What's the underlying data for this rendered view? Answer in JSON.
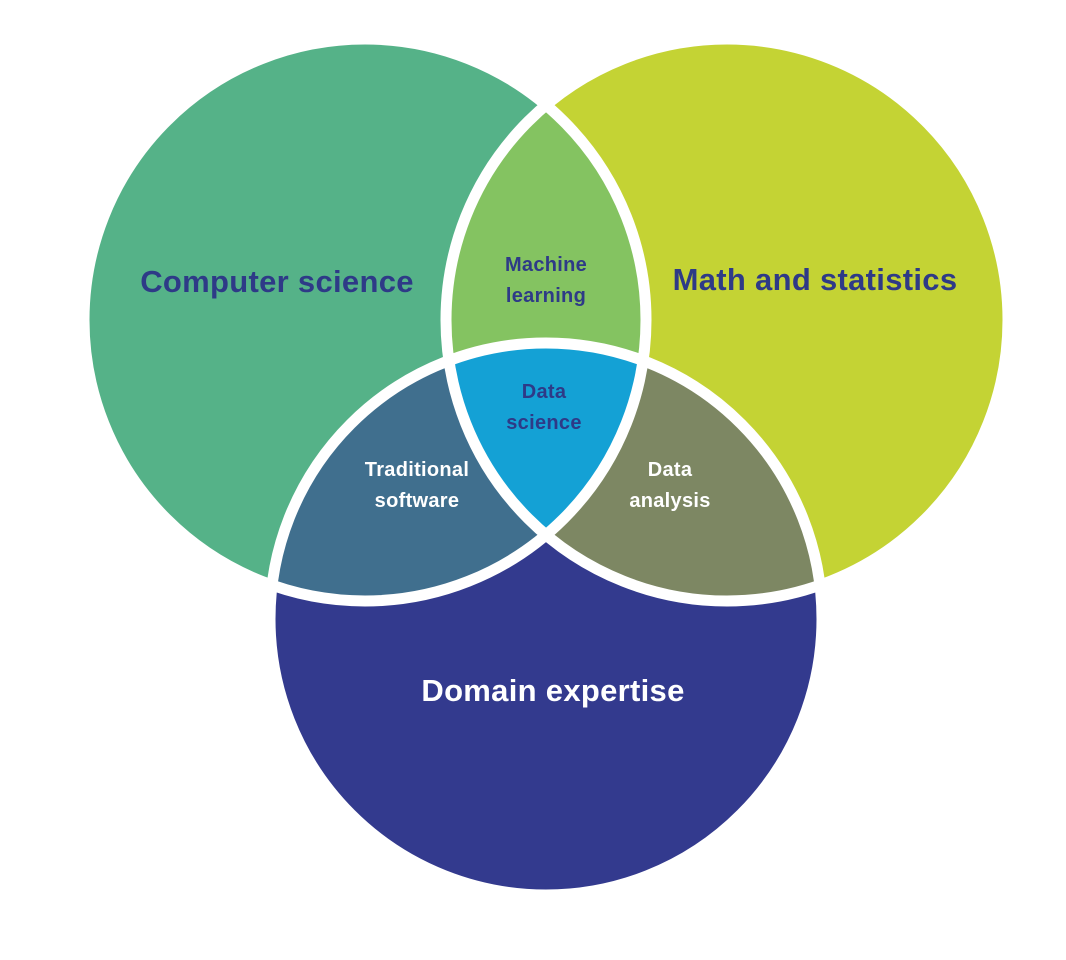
{
  "diagram": {
    "type": "venn",
    "background": "#ffffff",
    "separator_color": "#ffffff",
    "sets": [
      {
        "id": "computer-science",
        "label": "Computer science",
        "color": "#55b288",
        "text_color": "#2e3a87"
      },
      {
        "id": "math-statistics",
        "label": "Math and statistics",
        "color": "#c4d334",
        "text_color": "#2e3a87"
      },
      {
        "id": "domain-expertise",
        "label": "Domain expertise",
        "color": "#333a8e",
        "text_color": "#ffffff"
      }
    ],
    "overlaps": [
      {
        "id": "machine-learning",
        "label": "Machine learning",
        "line1": "Machine",
        "line2": "learning",
        "sets": [
          "computer-science",
          "math-statistics"
        ],
        "color": "#84c361",
        "text_color": "#2e3a87"
      },
      {
        "id": "traditional-software",
        "label": "Traditional software",
        "line1": "Traditional",
        "line2": "software",
        "sets": [
          "computer-science",
          "domain-expertise"
        ],
        "color": "#406f8e",
        "text_color": "#ffffff"
      },
      {
        "id": "data-analysis",
        "label": "Data analysis",
        "line1": "Data",
        "line2": "analysis",
        "sets": [
          "math-statistics",
          "domain-expertise"
        ],
        "color": "#7d8763",
        "text_color": "#ffffff"
      },
      {
        "id": "data-science",
        "label": "Data science",
        "line1": "Data",
        "line2": "science",
        "sets": [
          "computer-science",
          "math-statistics",
          "domain-expertise"
        ],
        "color": "#14a1d5",
        "text_color": "#2e3a87"
      }
    ]
  }
}
